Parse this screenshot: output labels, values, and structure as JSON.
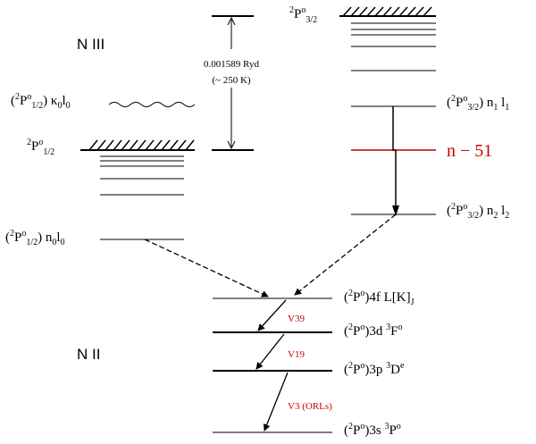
{
  "colors": {
    "ink": "#000000",
    "accent": "#cc0000"
  },
  "ions": {
    "upper": "N III",
    "lower": "N II"
  },
  "gap": {
    "value": "0.001589 Ryd",
    "temp": "(~ 250 K)"
  },
  "upper_ion": {
    "limit_32": {
      "term": "2",
      "sup": "o",
      "main": "P",
      "sub": "3/2"
    },
    "limit_12": {
      "term": "2",
      "sup": "o",
      "main": "P",
      "sub": "1/2"
    }
  },
  "levels": {
    "kappa": {
      "open": "(",
      "sup": "2",
      "p": "P",
      "o": "o",
      "sub": "1/2",
      "close": ") κ",
      "k_sub": "0",
      "l": "l",
      "l_sub": "0"
    },
    "n1l1": {
      "open": "(",
      "sup": "2",
      "p": "P",
      "o": "o",
      "sub": "3/2",
      "close": ") n",
      "n_sub": "1",
      "l": " l",
      "l_sub": "1"
    },
    "n2l2": {
      "open": "(",
      "sup": "2",
      "p": "P",
      "o": "o",
      "sub": "3/2",
      "close": ") n",
      "n_sub": "2",
      "l": " l",
      "l_sub": "2"
    },
    "n0l0": {
      "open": "(",
      "sup": "2",
      "p": "P",
      "o": "o",
      "sub": "1/2",
      "close": ") n",
      "n_sub": "0",
      "l": "l",
      "l_sub": "0"
    },
    "n51": "n − 51"
  },
  "lower_levels": {
    "4f": {
      "pre": "(",
      "sup": "2",
      "mid": "P",
      "o": "o",
      "post": ")4f  L[K]",
      "sub": "J"
    },
    "3d": {
      "pre": "(",
      "sup": "2",
      "mid": "P",
      "o": "o",
      "post": ")3d ",
      "sup2": "3",
      "term": "F",
      "o2": "o"
    },
    "3p": {
      "pre": "(",
      "sup": "2",
      "mid": "P",
      "o": "o",
      "post": ")3p ",
      "sup2": "3",
      "term": "D",
      "o2": "e"
    },
    "3s": {
      "pre": "(",
      "sup": "2",
      "mid": "P",
      "o": "o",
      "post": ")3s ",
      "sup2": "3",
      "term": "P",
      "o2": "o"
    }
  },
  "multiplets": {
    "v39": "V39",
    "v19": "V19",
    "v3": "V3 (ORLs)"
  }
}
